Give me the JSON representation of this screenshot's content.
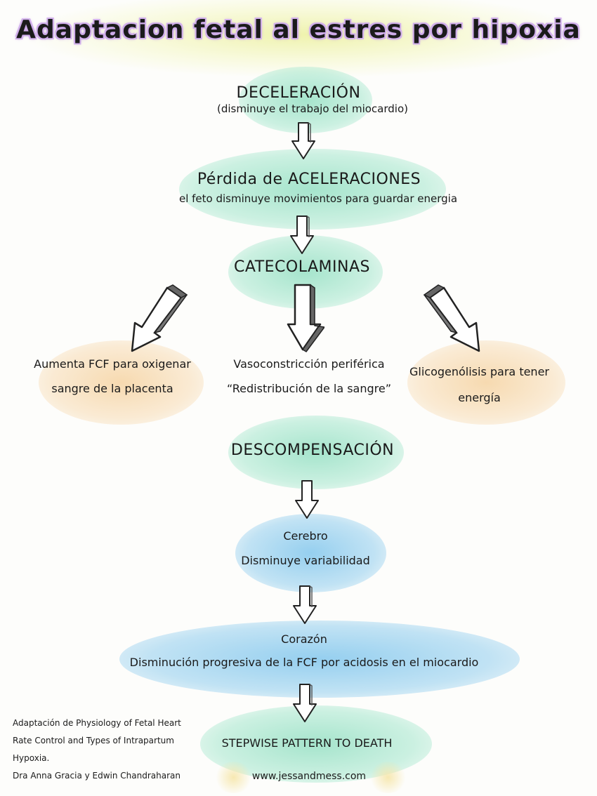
{
  "title": "Adaptacion fetal al estres por hipoxia",
  "steps": {
    "deceleracion": {
      "title": "DECELERACIÓN",
      "subtitle": "(disminuye el trabajo del miocardio)"
    },
    "aceleraciones": {
      "title": "Pérdida de ACELERACIONES",
      "subtitle": "el feto disminuye movimientos para guardar energia"
    },
    "catecolaminas": {
      "title": "CATECOLAMINAS"
    },
    "left": {
      "line1": "Aumenta FCF para oxigenar",
      "line2": "sangre de la placenta"
    },
    "center": {
      "line1": "Vasoconstricción periférica",
      "line2": "“Redistribución de la sangre”"
    },
    "right": {
      "line1": "Glicogenólisis para tener",
      "line2": "energía"
    },
    "descompensacion": {
      "title": "DESCOMPENSACIÓN"
    },
    "cerebro": {
      "title": "Cerebro",
      "subtitle": "Disminuye variabilidad"
    },
    "corazon": {
      "title": "Corazón",
      "subtitle": "Disminución progresiva de la FCF por acidosis en el miocardio"
    },
    "death": {
      "title": "STEPWISE PATTERN TO DEATH"
    }
  },
  "credit": {
    "lines": [
      "Adaptación de Physiology of Fetal Heart",
      "Rate Control and Types of Intrapartum",
      "Hypoxia.",
      "Dra Anna Gracia y Edwin Chandraharan"
    ]
  },
  "website": "www.jessandmess.com",
  "colors": {
    "green": "#96e0c4",
    "peach": "#f6d6a8",
    "blue": "#8acaee",
    "title_glow": "#c9a6e6"
  },
  "icons": [
    "down-arrow-icon",
    "diagonal-arrow-icon"
  ]
}
